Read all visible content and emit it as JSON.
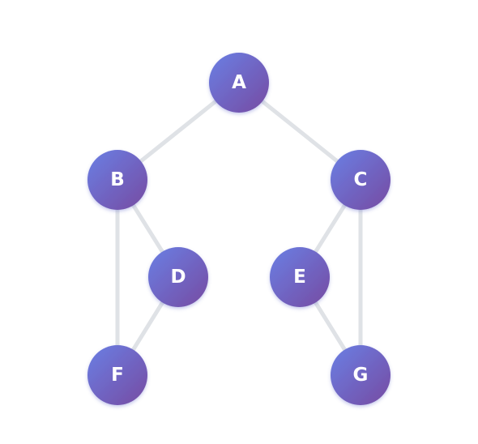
{
  "graph": {
    "nodes": [
      {
        "id": "A",
        "label": "A"
      },
      {
        "id": "B",
        "label": "B"
      },
      {
        "id": "C",
        "label": "C"
      },
      {
        "id": "D",
        "label": "D"
      },
      {
        "id": "E",
        "label": "E"
      },
      {
        "id": "F",
        "label": "F"
      },
      {
        "id": "G",
        "label": "G"
      }
    ],
    "edges": [
      {
        "from": "A",
        "to": "B"
      },
      {
        "from": "A",
        "to": "C"
      },
      {
        "from": "B",
        "to": "D"
      },
      {
        "from": "B",
        "to": "F"
      },
      {
        "from": "D",
        "to": "F"
      },
      {
        "from": "C",
        "to": "E"
      },
      {
        "from": "C",
        "to": "G"
      },
      {
        "from": "E",
        "to": "G"
      }
    ]
  },
  "colors": {
    "node_gradient_start": "#6a7fe4",
    "node_gradient_end": "#764ba2",
    "edge": "#dfe2e6",
    "label": "#ffffff"
  }
}
